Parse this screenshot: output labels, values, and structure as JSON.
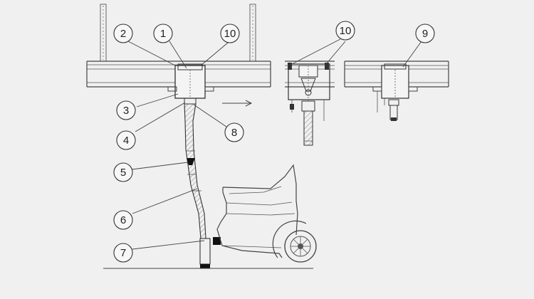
{
  "diagram": {
    "callouts": [
      {
        "id": "c1",
        "label": "1"
      },
      {
        "id": "c2",
        "label": "2"
      },
      {
        "id": "c3",
        "label": "3"
      },
      {
        "id": "c4",
        "label": "4"
      },
      {
        "id": "c5",
        "label": "5"
      },
      {
        "id": "c6",
        "label": "6"
      },
      {
        "id": "c7",
        "label": "7"
      },
      {
        "id": "c8",
        "label": "8"
      },
      {
        "id": "c10a",
        "label": "10"
      },
      {
        "id": "c10b",
        "label": "10"
      },
      {
        "id": "c9",
        "label": "9"
      }
    ],
    "colors": {
      "background": "#f0f0f0",
      "line": "#444444"
    }
  }
}
